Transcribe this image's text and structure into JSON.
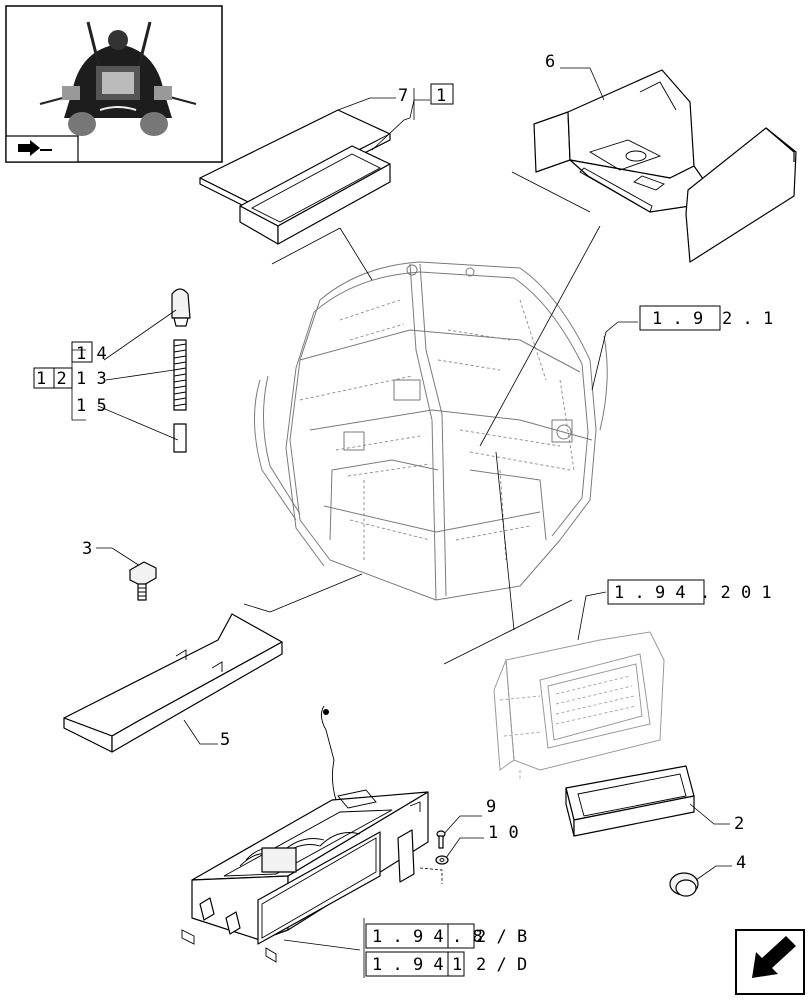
{
  "callouts": {
    "c7": "7",
    "c6": "6",
    "c14": "1 4",
    "c13": "1 3",
    "c15": "1 5",
    "c3": "3",
    "c5": "5",
    "c9": "9",
    "c10": "1 0",
    "c2": "2",
    "c4": "4"
  },
  "references": {
    "r1_box": "1",
    "r12_box": "1 2",
    "r192_box": "1 . 9",
    "r192_tail": "2 . 1",
    "r194_box": "1 . 9 4",
    "r194_tail": ". 2   0 1",
    "r19482_box": "1 . 9 4",
    "r19482_mid": ". 8",
    "r19482_tail": "2 / B",
    "r19412_box": "1 . 9 4",
    "r19412_mid": "1",
    "r19412_tail": "2 / D"
  },
  "icons": {
    "thumbnail": "tractor-cab-thumbnail",
    "corner_arrow": "navigation-arrow-icon",
    "thumb_arrow": "assembly-arrow-icon"
  }
}
